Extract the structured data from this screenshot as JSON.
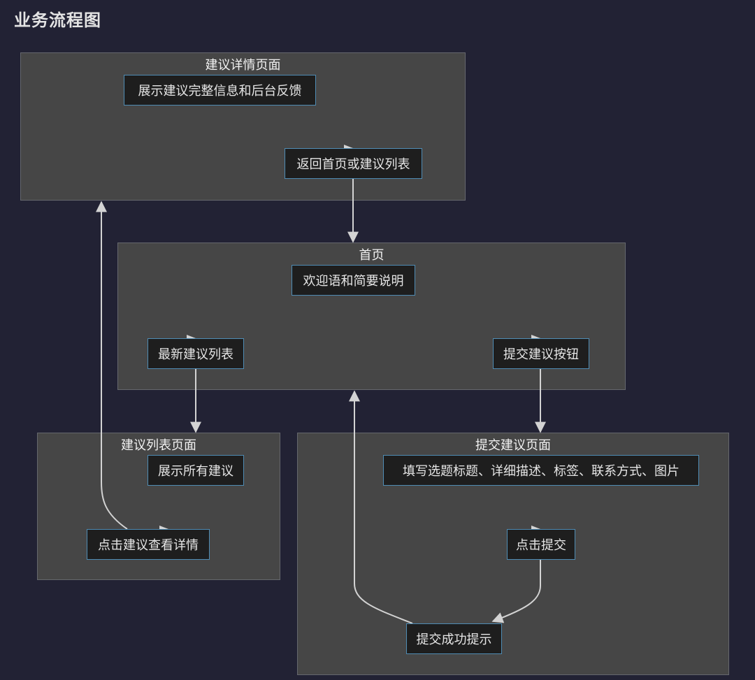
{
  "title": "业务流程图",
  "clusters": {
    "detail": {
      "title": "建议详情页面"
    },
    "home": {
      "title": "首页"
    },
    "list": {
      "title": "建议列表页面"
    },
    "submit": {
      "title": "提交建议页面"
    }
  },
  "nodes": {
    "detail_info": "展示建议完整信息和后台反馈",
    "detail_back": "返回首页或建议列表",
    "home_welcome": "欢迎语和简要说明",
    "home_latest": "最新建议列表",
    "home_submit_btn": "提交建议按钮",
    "list_all": "展示所有建议",
    "list_click": "点击建议查看详情",
    "submit_form": "填写选题标题、详细描述、标签、联系方式、图片",
    "submit_click": "点击提交",
    "submit_success": "提交成功提示"
  },
  "colors": {
    "background": "#222234",
    "cluster_fill": "#464646",
    "cluster_border": "#65676d",
    "node_fill": "#1e1e1e",
    "node_border": "#4f8cb4",
    "edge": "#d3d3d3",
    "text": "#e6e6e6"
  }
}
